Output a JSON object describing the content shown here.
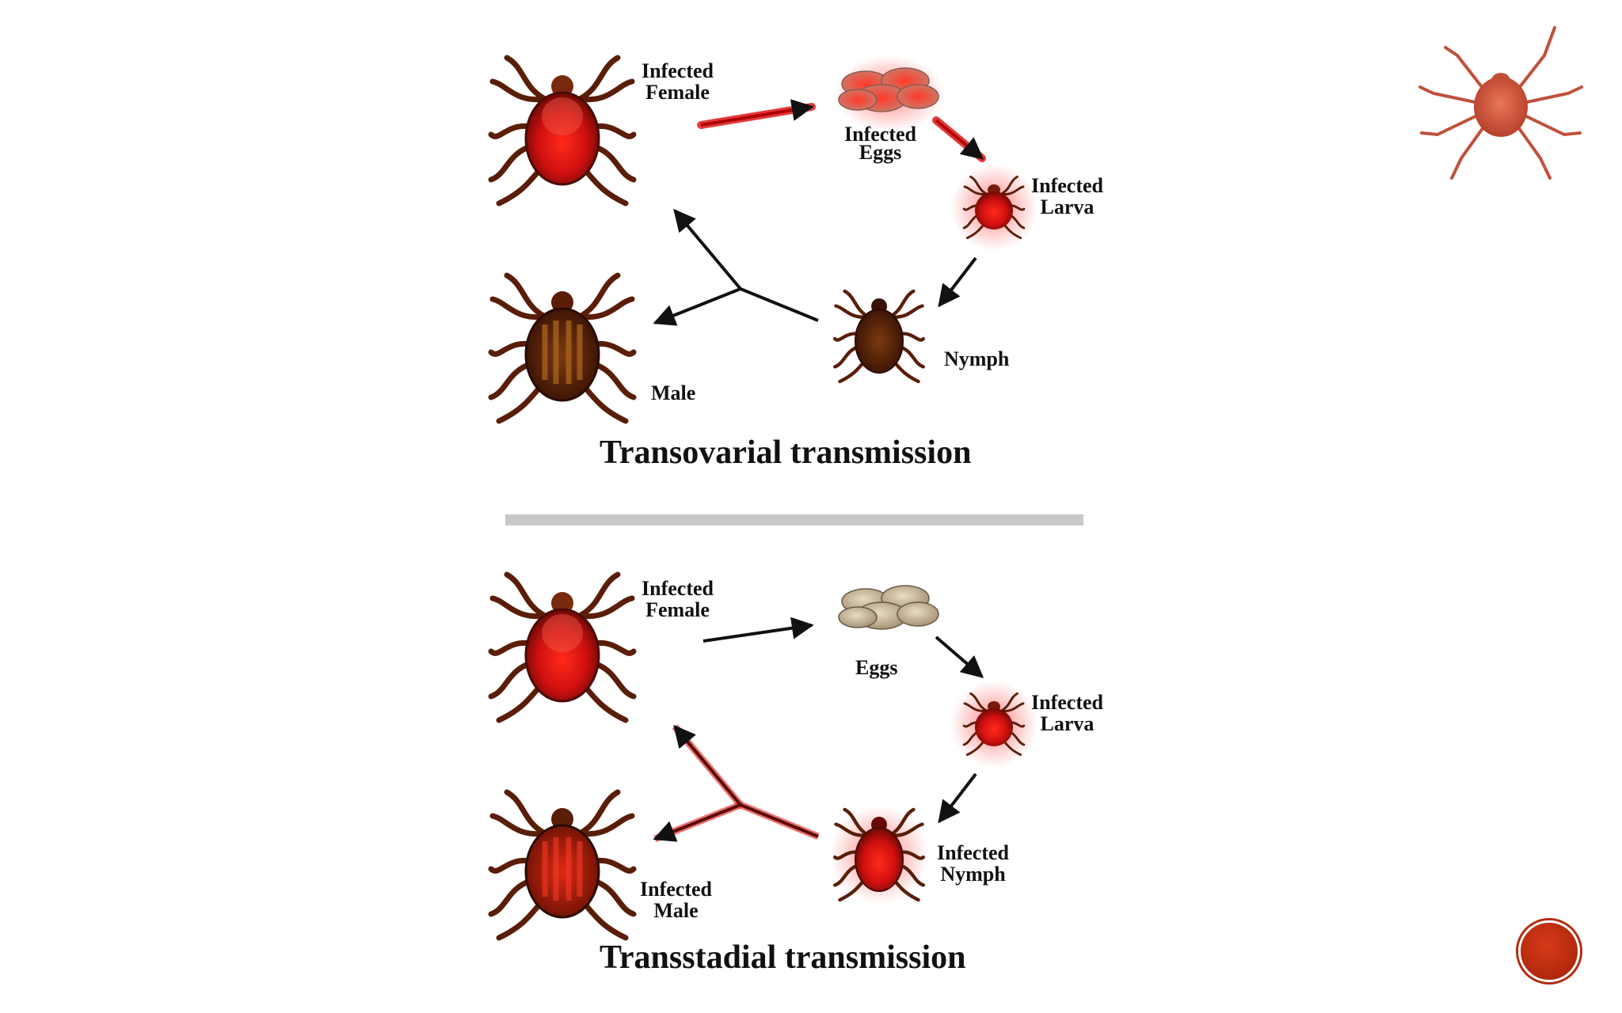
{
  "colors": {
    "infected_red": "#d01010",
    "tick_brown": "#5a1e08",
    "divider_gray": "#c8c8c8",
    "accent": "#b52a0c",
    "egg_tan": "#cdbb9c"
  },
  "icons": {
    "corner_mite": "mite-icon",
    "nav_button": "circle-button-icon"
  },
  "transovarial": {
    "title": "Transovarial transmission",
    "female": {
      "line1": "Infected",
      "line2": "Female"
    },
    "eggs": {
      "line1": "Infected",
      "line2": "Eggs"
    },
    "larva": {
      "line1": "Infected",
      "line2": "Larva"
    },
    "nymph": {
      "line1": "Nymph"
    },
    "male": {
      "line1": "Male"
    }
  },
  "transstadial": {
    "title": "Transstadial transmission",
    "female": {
      "line1": "Infected",
      "line2": "Female"
    },
    "eggs": {
      "line1": "Eggs"
    },
    "larva": {
      "line1": "Infected",
      "line2": "Larva"
    },
    "nymph": {
      "line1": "Infected",
      "line2": "Nymph"
    },
    "male": {
      "line1": "Infected",
      "line2": "Male"
    }
  }
}
